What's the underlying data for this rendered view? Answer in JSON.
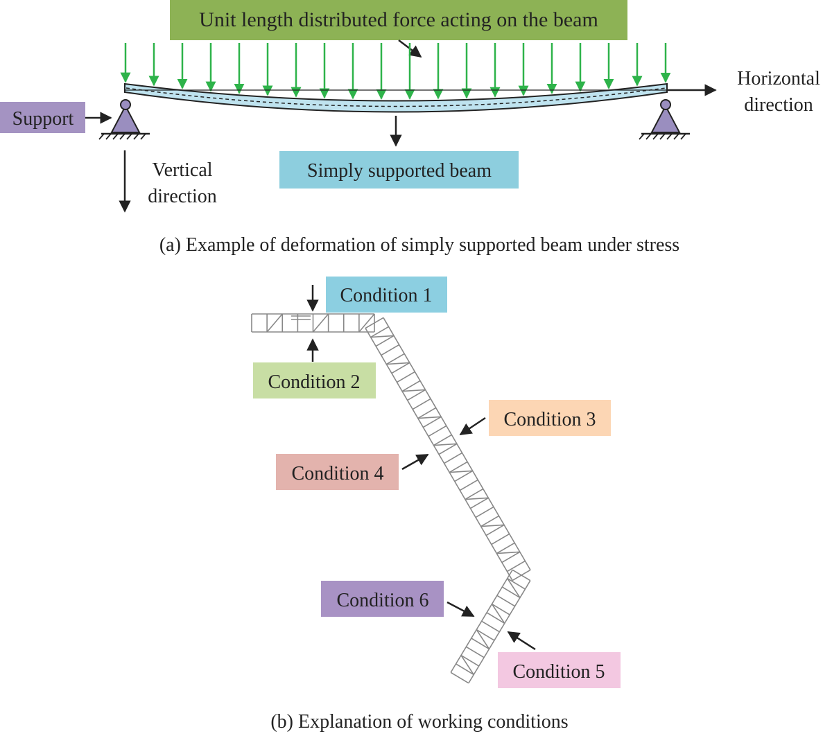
{
  "panel_a": {
    "force_label": "Unit length distributed force acting on the beam",
    "support_label": "Support",
    "horizontal_label": [
      "Horizontal",
      "direction"
    ],
    "vertical_label": [
      "Vertical",
      "direction"
    ],
    "beam_label": "Simply supported beam",
    "caption": "(a) Example of deformation of simply supported beam under stress"
  },
  "panel_b": {
    "conditions": [
      "Condition 1",
      "Condition 2",
      "Condition 3",
      "Condition 4",
      "Condition 5",
      "Condition 6"
    ],
    "caption": "(b) Explanation of working conditions"
  },
  "colors": {
    "force_box": "#8db255",
    "support_box": "#a493c2",
    "beam_box": "#8dcede",
    "beam_fill": "#bfe3ef",
    "force_arrow": "#2eb34a",
    "support_triangle": "#9a8ebf",
    "condition_1": "#8ccfe1",
    "condition_2": "#c8dea4",
    "condition_3": "#fcd6b4",
    "condition_4": "#e3b3ad",
    "condition_5": "#f3c8e1",
    "condition_6": "#a892c4",
    "truss": "#888888"
  }
}
